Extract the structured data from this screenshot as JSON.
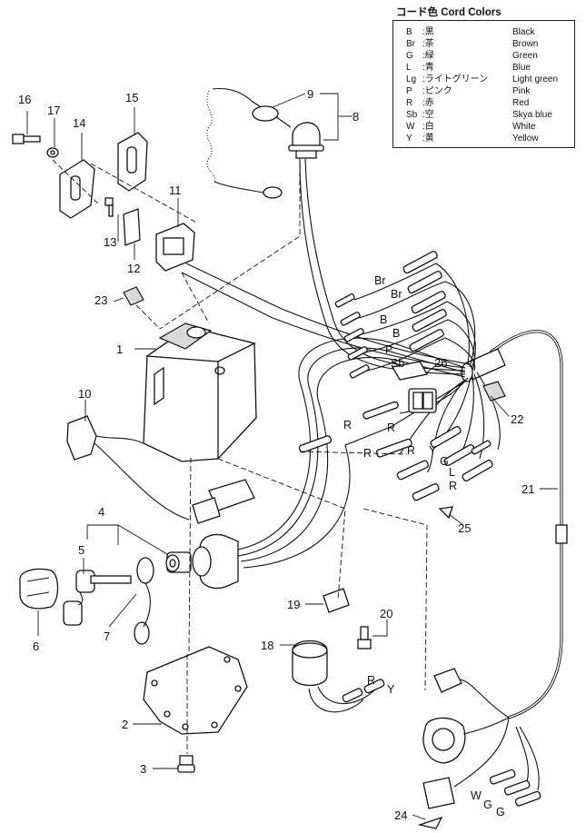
{
  "legend": {
    "title": "コード色 Cord Colors",
    "rows": [
      {
        "code": "B",
        "jp": ":黒",
        "en": "Black"
      },
      {
        "code": "Br",
        "jp": ":茶",
        "en": "Brown"
      },
      {
        "code": "G",
        "jp": ":緑",
        "en": "Green"
      },
      {
        "code": "L",
        "jp": ":青",
        "en": "Blue"
      },
      {
        "code": "Lg",
        "jp": ":ライトグリーン",
        "en": "Light green"
      },
      {
        "code": "P",
        "jp": ":ピンク",
        "en": "Pink"
      },
      {
        "code": "R",
        "jp": ":赤",
        "en": "Red"
      },
      {
        "code": "Sb",
        "jp": ":空",
        "en": "Skya blue"
      },
      {
        "code": "W",
        "jp": ":白",
        "en": "White"
      },
      {
        "code": "Y",
        "jp": ":黄",
        "en": "Yellow"
      }
    ]
  },
  "callouts": {
    "c1": "1",
    "c2": "2",
    "c3": "3",
    "c4": "4",
    "c5": "5",
    "c6": "6",
    "c7": "7",
    "c8": "8",
    "c9": "9",
    "c10": "10",
    "c11": "11",
    "c12": "12",
    "c13": "13",
    "c14": "14",
    "c15": "15",
    "c16": "16",
    "c17": "17",
    "c18": "18",
    "c19": "19",
    "c20": "20",
    "c21": "21",
    "c22": "22",
    "c23": "23",
    "c24": "24",
    "c25": "25",
    "c26": "26"
  },
  "wire_labels": {
    "br1": "Br",
    "br2": "Br",
    "b1": "B",
    "b2": "B",
    "p": "P",
    "sb": "Sb",
    "r1": "R",
    "r2": "R",
    "r3": "R",
    "r4": "R",
    "r5": "R",
    "y1": "Y",
    "g1": "G",
    "l1": "L",
    "y2": "Y",
    "w": "W",
    "g2": "G",
    "g3": "G"
  }
}
